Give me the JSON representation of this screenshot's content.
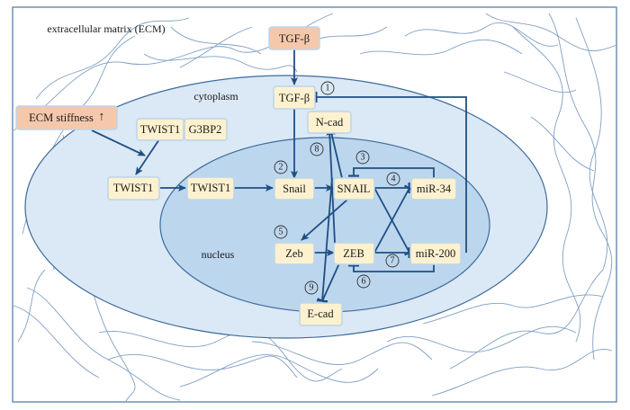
{
  "regions": {
    "ecm": "extracellular matrix (ECM)",
    "cytoplasm": "cytoplasm",
    "nucleus": "nucleus"
  },
  "nodes": {
    "tgfb_ext": "TGF-β",
    "ecm_stiffness": "ECM stiffness",
    "ecm_stiffness_arrow": "↑",
    "tgfb_cyto": "TGF-β",
    "ncad": "N-cad",
    "twist1_g": "TWIST1",
    "g3bp2": "G3BP2",
    "twist1_cyto": "TWIST1",
    "twist1_nuc": "TWIST1",
    "snail": "Snail",
    "snail_cap": "SNAIL",
    "mir34": "miR-34",
    "zeb": "Zeb",
    "zeb_cap": "ZEB",
    "mir200": "miR-200",
    "ecad": "E-cad"
  },
  "steps": [
    "1",
    "2",
    "3",
    "4",
    "5",
    "6",
    "7",
    "8",
    "9"
  ],
  "colors": {
    "cytoplasm": "#dbe8f5",
    "nucleus": "#bcd6ee",
    "node": "#fdf1cf",
    "external_node": "#f6c8ab",
    "edge": "#1f4f82"
  }
}
